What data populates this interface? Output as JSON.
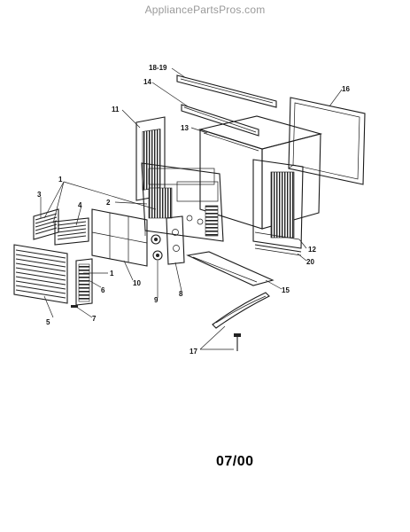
{
  "watermark": "AppliancePartsPros.com",
  "date_code": "07/00",
  "callouts": {
    "c1a": "1",
    "c1b": "1",
    "c2": "2",
    "c3": "3",
    "c4": "4",
    "c5": "5",
    "c6": "6",
    "c7": "7",
    "c8": "8",
    "c9": "9",
    "c10": "10",
    "c11": "11",
    "c12": "12",
    "c13": "13",
    "c14": "14",
    "c15": "15",
    "c16": "16",
    "c17": "17",
    "c18_19": "18-19",
    "c20": "20"
  }
}
